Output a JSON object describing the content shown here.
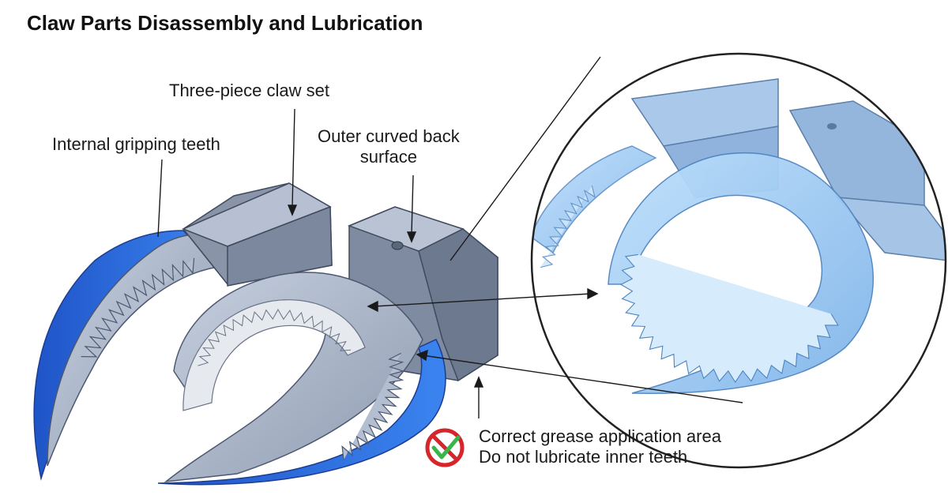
{
  "title": "Claw Parts Disassembly and Lubrication",
  "labels": {
    "gripping_teeth": "Internal gripping teeth",
    "claw_set": "Three-piece claw set",
    "back_surface_line1": "Outer curved back",
    "back_surface_line2": "surface"
  },
  "note": {
    "line1": "Correct grease application area",
    "line2": "Do not lubricate inner teeth"
  },
  "icons": {
    "note_icon": "no-check-icon"
  },
  "colors": {
    "metal": "#a9b5c9",
    "metal_dark": "#6f7b8f",
    "metal_light": "#c4cedd",
    "grease_blue": "#2f6fe0",
    "zoom_blue": "#9cc7f2",
    "prohibit_red": "#d6262b",
    "check_green": "#39b54a"
  }
}
